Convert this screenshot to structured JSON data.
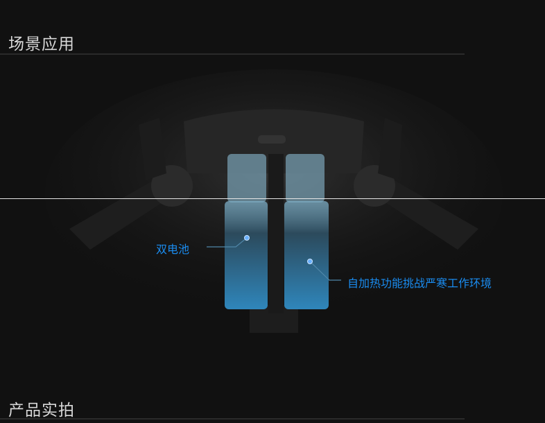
{
  "sections": [
    {
      "title": "场景应用"
    },
    {
      "title": "产品实拍"
    }
  ],
  "callouts": {
    "left": "双电池",
    "right": "自加热功能挑战严寒工作环境"
  },
  "colors": {
    "background": "#111111",
    "accent": "#1a8cf0",
    "battery": "#2f7fb0"
  }
}
